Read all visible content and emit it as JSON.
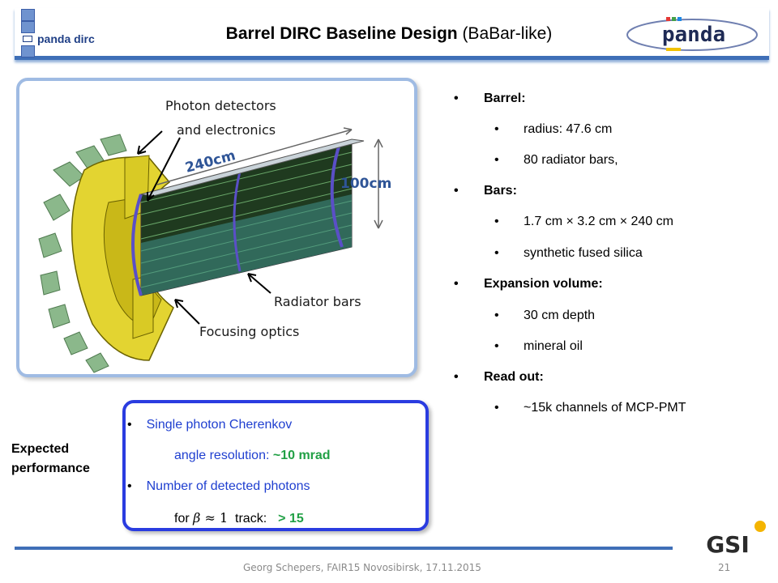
{
  "header": {
    "tag": "panda dirc",
    "title_bold": "Barrel DIRC Baseline Design",
    "title_rest": " (BaBar-like)",
    "logo_text": "panda"
  },
  "figure": {
    "label_detectors_1": "Photon detectors",
    "label_detectors_2": "and electronics",
    "label_length": "240cm",
    "label_height": "100cm",
    "label_bars": "Radiator bars",
    "label_optics": "Focusing optics"
  },
  "bullets": [
    {
      "level": 1,
      "text": "Barrel:"
    },
    {
      "level": 2,
      "text": "radius: 47.6 cm"
    },
    {
      "level": 2,
      "text": "80 radiator bars,"
    },
    {
      "level": 1,
      "text": "Bars:"
    },
    {
      "level": 2,
      "text": "1.7 cm × 3.2 cm × 240 cm"
    },
    {
      "level": 2,
      "text": " synthetic fused silica"
    },
    {
      "level": 1,
      "text": "Expansion volume:"
    },
    {
      "level": 2,
      "text": "30 cm depth"
    },
    {
      "level": 2,
      "text": "mineral oil"
    },
    {
      "level": 1,
      "text": "Read out:"
    },
    {
      "level": 2,
      "text": "~15k channels of MCP-PMT"
    }
  ],
  "performance": {
    "label_1": "Expected",
    "label_2": "performance",
    "item1_line1": "Single photon Cherenkov",
    "item1_line2_pre": "angle resolution: ",
    "item1_line2_sym": "~",
    "item1_line2_val": "10 mrad",
    "item2_line1": "Number of detected photons",
    "item2_line2_pre": "for ",
    "item2_beta": "β",
    "item2_approx": " ≈ 1",
    "item2_track": "  track:",
    "item2_val": "> 15"
  },
  "footer": {
    "text": "Georg Schepers, FAIR15 Novosibirsk, 17.11.2015",
    "page": "21",
    "gsi_logo": "GSI"
  },
  "colors": {
    "accent": "#3f6fb7",
    "perf_border": "#2a3ce0",
    "perf_text": "#1f3fd0",
    "perf_value": "#21a045"
  }
}
